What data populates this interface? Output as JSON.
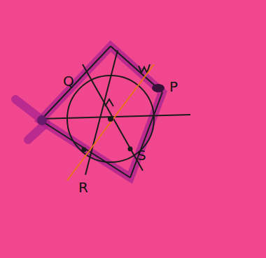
{
  "diagram": {
    "labels": [
      "Q",
      "P",
      "R",
      "S"
    ]
  }
}
